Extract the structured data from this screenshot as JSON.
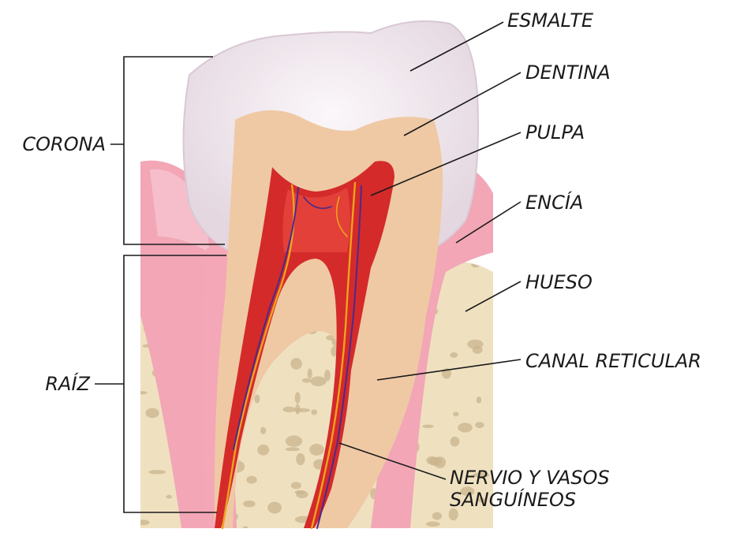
{
  "labels": {
    "esmalte": "ESMALTE",
    "dentina": "DENTINA",
    "pulpa": "PULPA",
    "encia": "ENCÍA",
    "hueso": "HUESO",
    "canal_reticular": "CANAL RETICULAR",
    "nervio_line1": "NERVIO Y VASOS",
    "nervio_line2": "SANGUÍNEOS",
    "corona": "CORONA",
    "raiz": "RAÍZ"
  },
  "colors": {
    "enamel": "#f1e9ee",
    "enamel_shade": "#d9cdd6",
    "dentin": "#efc9a4",
    "pulp": "#d42a2a",
    "pulp_dark": "#a41818",
    "gum": "#f2a6b6",
    "gum_light": "#f8c9d4",
    "bone": "#efe1c0",
    "bone_pore": "#c9b48e",
    "nerve_orange": "#f0a21e",
    "nerve_purple": "#4b2a8a"
  }
}
